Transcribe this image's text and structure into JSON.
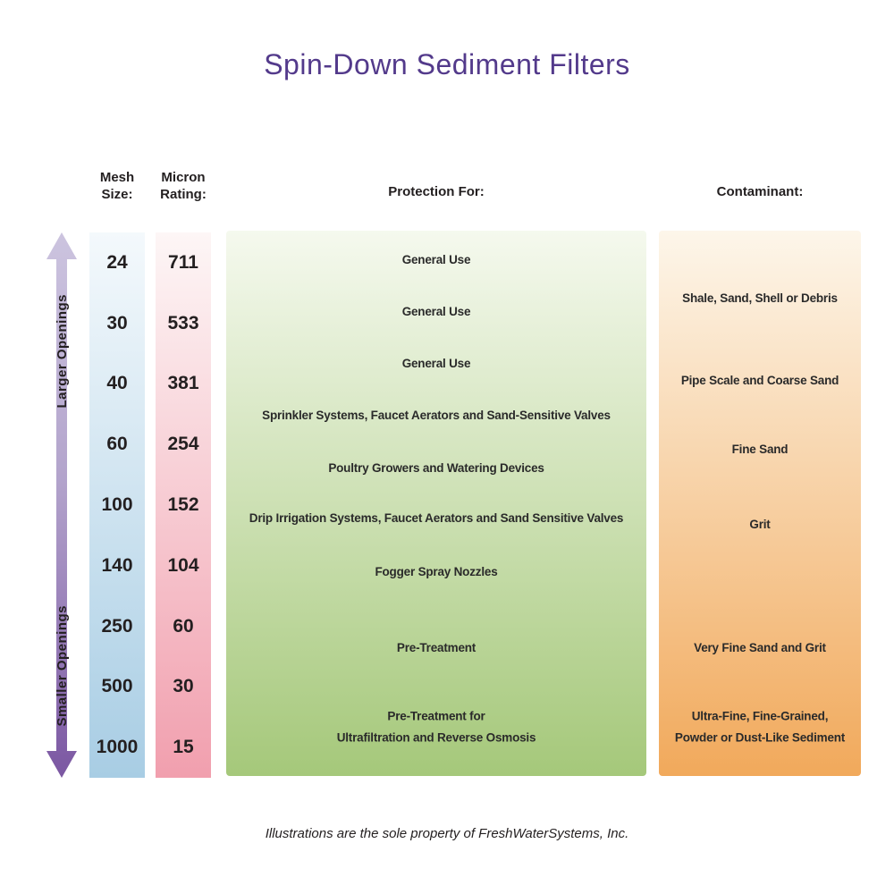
{
  "title": "Spin-Down Sediment Filters",
  "headers": {
    "mesh": "Mesh\nSize:",
    "micron": "Micron\nRating:",
    "protection": "Protection For:",
    "contaminant": "Contaminant:"
  },
  "axis": {
    "top_label": "Larger Openings",
    "bottom_label": "Smaller Openings"
  },
  "mesh_sizes": [
    "24",
    "30",
    "40",
    "60",
    "100",
    "140",
    "250",
    "500",
    "1000"
  ],
  "micron_ratings": [
    "711",
    "533",
    "381",
    "254",
    "152",
    "104",
    "60",
    "30",
    "15"
  ],
  "protection_items": [
    "General Use",
    "General Use",
    "General Use",
    "Sprinkler Systems, Faucet Aerators and Sand-Sensitive Valves",
    "Poultry Growers and Watering Devices",
    "Drip Irrigation Systems, Faucet Aerators and Sand Sensitive Valves",
    "Fogger Spray Nozzles",
    "Pre-Treatment",
    "Pre-Treatment for\nUltrafiltration and Reverse Osmosis"
  ],
  "contaminant_items": [
    "Shale, Sand, Shell or Debris",
    "Pipe Scale and Coarse Sand",
    "Fine Sand",
    "Grit",
    "Very Fine Sand and Grit",
    "Ultra-Fine, Fine-Grained,\nPowder or Dust-Like Sediment"
  ],
  "footer": "Illustrations are the sole property of FreshWaterSystems, Inc.",
  "colors": {
    "title": "#533a8b",
    "mesh_top": "#f4f9fc",
    "mesh_bottom": "#a8cde4",
    "micron_top": "#fdf6f6",
    "micron_bottom": "#f19fae",
    "protection_top": "#f5f9ee",
    "protection_bottom": "#a5c87a",
    "contaminant_top": "#fdf6ea",
    "contaminant_bottom": "#f1a95b",
    "arrow_top": "#ccc4df",
    "arrow_mid": "#b3a4cc",
    "arrow_bottom": "#7b57a2"
  },
  "chart_data": {
    "type": "table",
    "title": "Spin-Down Sediment Filters",
    "columns": [
      "Mesh Size",
      "Micron Rating",
      "Protection For",
      "Contaminant"
    ],
    "rows": [
      {
        "mesh": 24,
        "micron": 711,
        "protection": "General Use",
        "contaminant": ""
      },
      {
        "mesh": 30,
        "micron": 533,
        "protection": "General Use",
        "contaminant": "Shale, Sand, Shell or Debris"
      },
      {
        "mesh": 40,
        "micron": 381,
        "protection": "General Use",
        "contaminant": "Pipe Scale and Coarse Sand"
      },
      {
        "mesh": 60,
        "micron": 254,
        "protection": "Sprinkler Systems, Faucet Aerators and Sand-Sensitive Valves; Poultry Growers and Watering Devices",
        "contaminant": "Fine Sand"
      },
      {
        "mesh": 100,
        "micron": 152,
        "protection": "Drip Irrigation Systems, Faucet Aerators and Sand Sensitive Valves",
        "contaminant": "Grit"
      },
      {
        "mesh": 140,
        "micron": 104,
        "protection": "Fogger Spray Nozzles",
        "contaminant": ""
      },
      {
        "mesh": 250,
        "micron": 60,
        "protection": "Pre-Treatment",
        "contaminant": "Very Fine Sand and Grit"
      },
      {
        "mesh": 500,
        "micron": 30,
        "protection": "Pre-Treatment",
        "contaminant": ""
      },
      {
        "mesh": 1000,
        "micron": 15,
        "protection": "Pre-Treatment for Ultrafiltration and Reverse Osmosis",
        "contaminant": "Ultra-Fine, Fine-Grained, Powder or Dust-Like Sediment"
      }
    ],
    "axis_note": "Vertical double arrow: Larger Openings (top) to Smaller Openings (bottom)"
  }
}
